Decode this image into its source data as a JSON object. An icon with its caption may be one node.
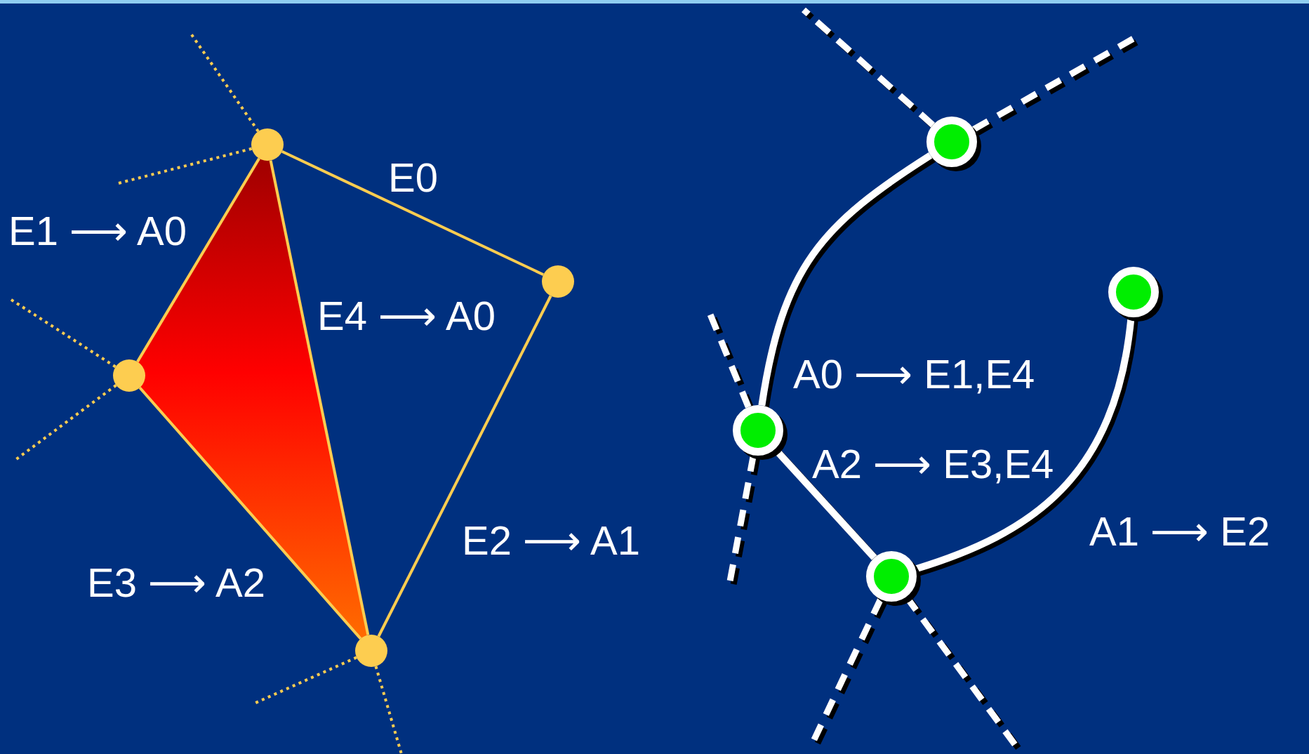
{
  "diagram": {
    "nodes": [
      {
        "text": [],
        "shape": "circle"
      },
      {
        "text": [],
        "shape": "circle"
      },
      {
        "text": [],
        "shape": "circle"
      },
      {
        "text": [],
        "shape": "circle"
      },
      {
        "text": [],
        "shape": "circle"
      },
      {
        "text": [],
        "shape": "circle"
      },
      {
        "text": [],
        "shape": "circle"
      },
      {
        "text": [],
        "shape": "circle"
      }
    ],
    "edges": [
      {
        "from": 0,
        "to": 1,
        "arrow": "none"
      },
      {
        "from": 0,
        "to": 2,
        "arrow": "none"
      },
      {
        "from": 1,
        "to": 3,
        "arrow": "none"
      },
      {
        "from": 2,
        "to": 3,
        "arrow": "none"
      },
      {
        "from": 0,
        "to": 3,
        "arrow": "none"
      },
      {
        "from": 0,
        "to": null,
        "arrow": "none",
        "style": "dashed"
      },
      {
        "from": 0,
        "to": null,
        "arrow": "none",
        "style": "dashed"
      },
      {
        "from": 2,
        "to": null,
        "arrow": "none",
        "style": "dashed"
      },
      {
        "from": 2,
        "to": null,
        "arrow": "none",
        "style": "dashed"
      },
      {
        "from": 3,
        "to": null,
        "arrow": "none",
        "style": "dashed"
      },
      {
        "from": 3,
        "to": null,
        "arrow": "none",
        "style": "dashed"
      },
      {
        "from": 4,
        "to": 6,
        "arrow": "none",
        "style": "thick",
        "color": "#ffffff"
      },
      {
        "from": 6,
        "to": 7,
        "arrow": "none",
        "style": "thick",
        "color": "#ffffff"
      },
      {
        "from": 7,
        "to": 5,
        "arrow": "none",
        "style": "thick",
        "color": "#ffffff"
      },
      {
        "from": 4,
        "to": null,
        "arrow": "none",
        "style": "dashed",
        "color": "#ffffff"
      },
      {
        "from": 4,
        "to": null,
        "arrow": "none",
        "style": "dashed",
        "color": "#ffffff"
      },
      {
        "from": 6,
        "to": null,
        "arrow": "none",
        "style": "dashed",
        "color": "#ffffff"
      },
      {
        "from": 6,
        "to": null,
        "arrow": "none",
        "style": "dashed",
        "color": "#ffffff"
      },
      {
        "from": 7,
        "to": null,
        "arrow": "none",
        "style": "dashed",
        "color": "#ffffff"
      },
      {
        "from": 7,
        "to": null,
        "arrow": "none",
        "style": "dashed",
        "color": "#ffffff"
      }
    ],
    "labels": [
      "E0",
      "E1 ⟶ A0",
      "E4 ⟶ A0",
      "E2 ⟶ A1",
      "E3 ⟶ A2",
      "A0 ⟶ E1,E4",
      "A2 ⟶ E3,E4",
      "A1 ⟶ E2"
    ]
  }
}
